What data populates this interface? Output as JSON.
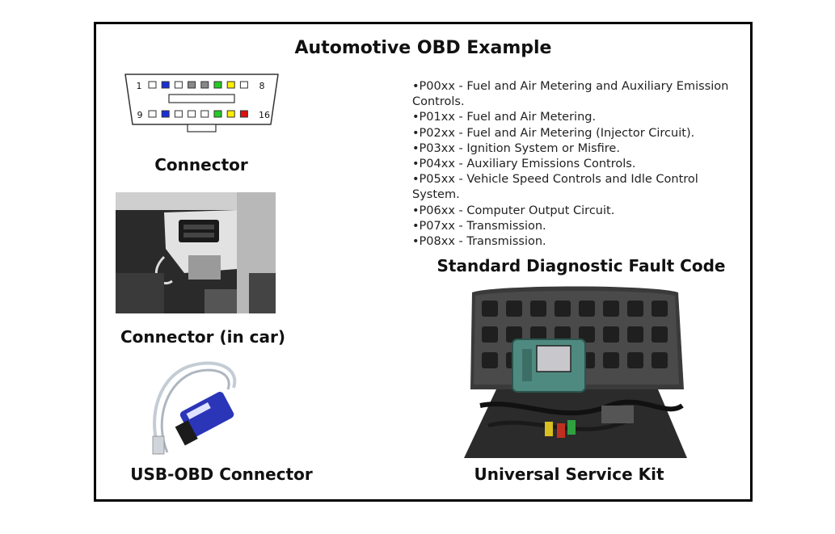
{
  "title": "Automotive OBD Example",
  "captions": {
    "connector": "Connector",
    "connector_in_car": "Connector (in car)",
    "usb_obd": "USB-OBD Connector",
    "standard_code": "Standard Diagnostic Fault Code",
    "service_kit": "Universal Service Kit"
  },
  "pin_labels": {
    "top_left": "1",
    "top_right": "8",
    "bottom_left": "9",
    "bottom_right": "16"
  },
  "pin_colors": {
    "top": [
      "#ffffff",
      "#1a2ed8",
      "#ffffff",
      "#888888",
      "#888888",
      "#22cc22",
      "#ffee00",
      "#ffffff"
    ],
    "bottom": [
      "#ffffff",
      "#1a2ed8",
      "#ffffff",
      "#ffffff",
      "#ffffff",
      "#22cc22",
      "#ffee00",
      "#dd1111"
    ]
  },
  "fault_codes": [
    "•P00xx - Fuel and Air Metering and Auxiliary Emission Controls.",
    "•P01xx - Fuel and Air Metering.",
    "•P02xx - Fuel and Air Metering (Injector Circuit).",
    "•P03xx - Ignition System or Misfire.",
    "•P04xx - Auxiliary Emissions Controls.",
    "•P05xx - Vehicle Speed Controls and Idle Control System.",
    "•P06xx - Computer Output Circuit.",
    "•P07xx - Transmission.",
    "•P08xx - Transmission."
  ]
}
